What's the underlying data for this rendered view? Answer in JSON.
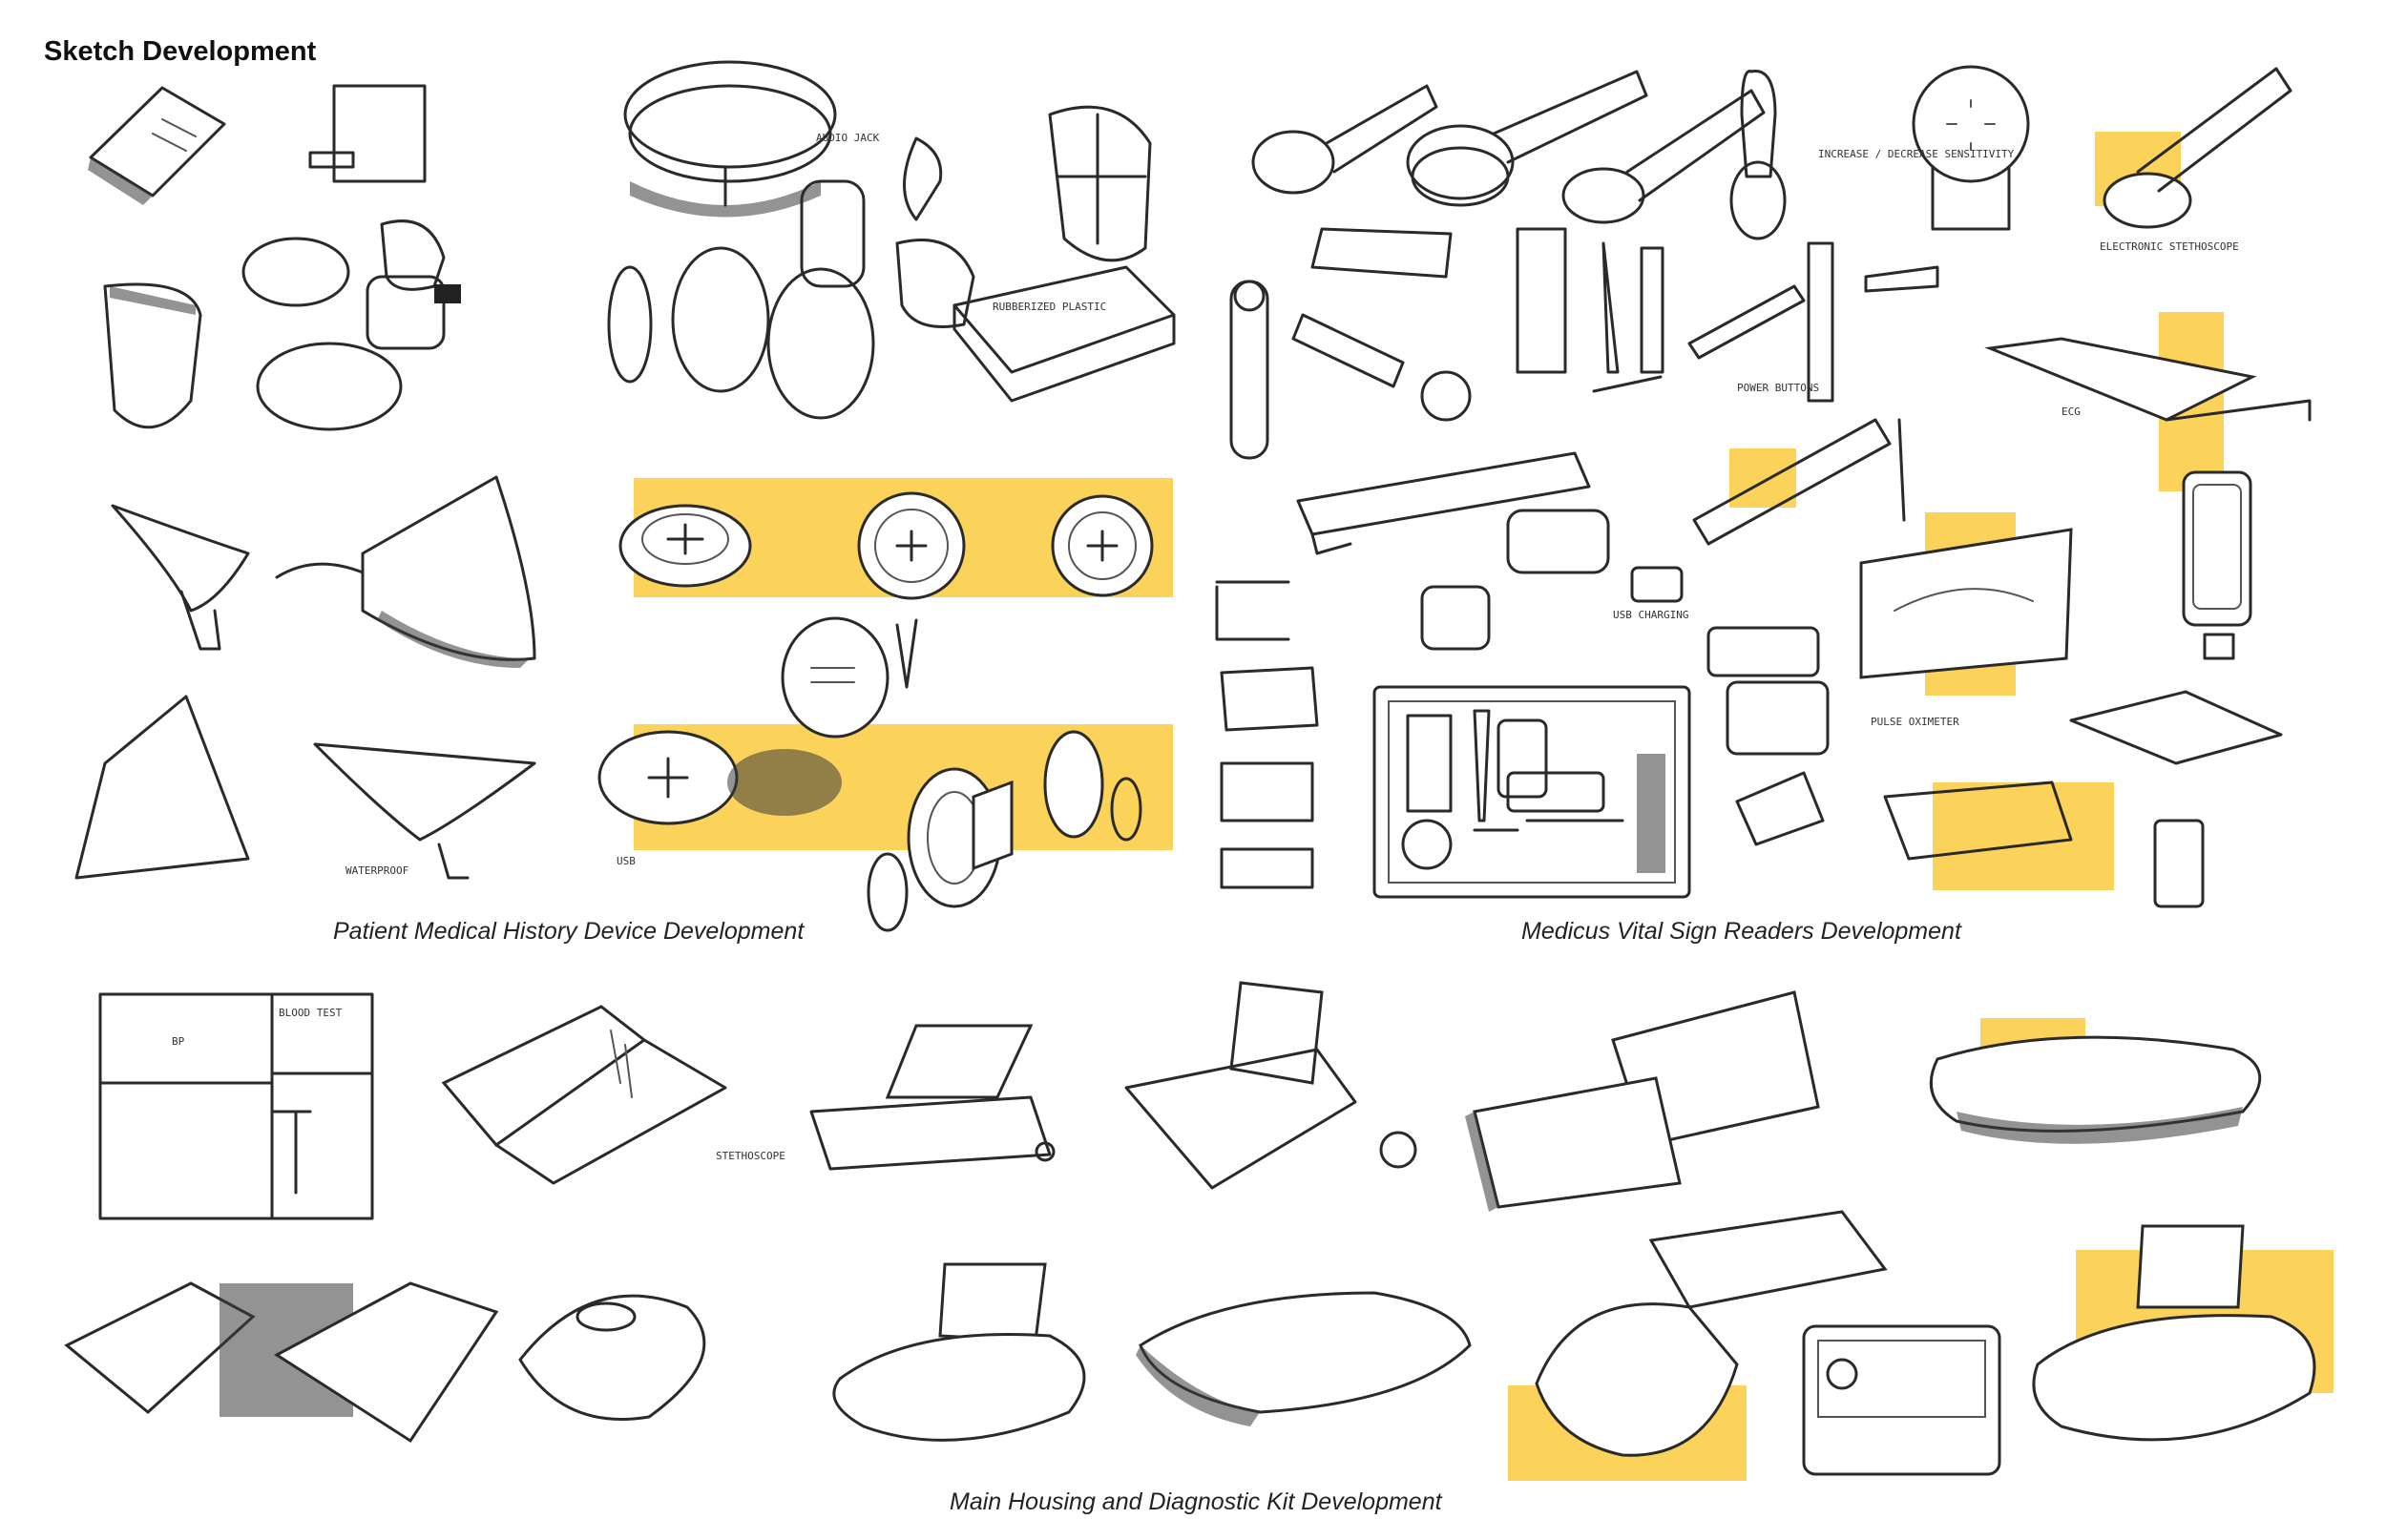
{
  "header": {
    "title": "Sketch Development"
  },
  "captions": {
    "patient": "Patient Medical History Device Development",
    "vital": "Medicus Vital Sign Readers Development",
    "housing": "Main Housing and Diagnostic Kit Development"
  },
  "annotations": {
    "audio_jack": "AUDIO JACK",
    "rubberized_plastic": "RUBBERIZED PLASTIC",
    "waterproof": "WATERPROOF",
    "usb": "USB",
    "sensitivity": "INCREASE / DECREASE SENSITIVITY",
    "electronic_stethoscope": "ELECTRONIC STETHOSCOPE",
    "power_buttons": "POWER BUTTONS",
    "usb_charging": "USB CHARGING",
    "pulse_oximeter": "PULSE OXIMETER",
    "ecg": "ECG",
    "bp": "BP",
    "blood_test": "BLOOD TEST",
    "stethoscope": "STETHOSCOPE"
  },
  "colors": {
    "accent_yellow": "#fcd35a",
    "ink": "#2a2a2a",
    "background": "#ffffff"
  }
}
